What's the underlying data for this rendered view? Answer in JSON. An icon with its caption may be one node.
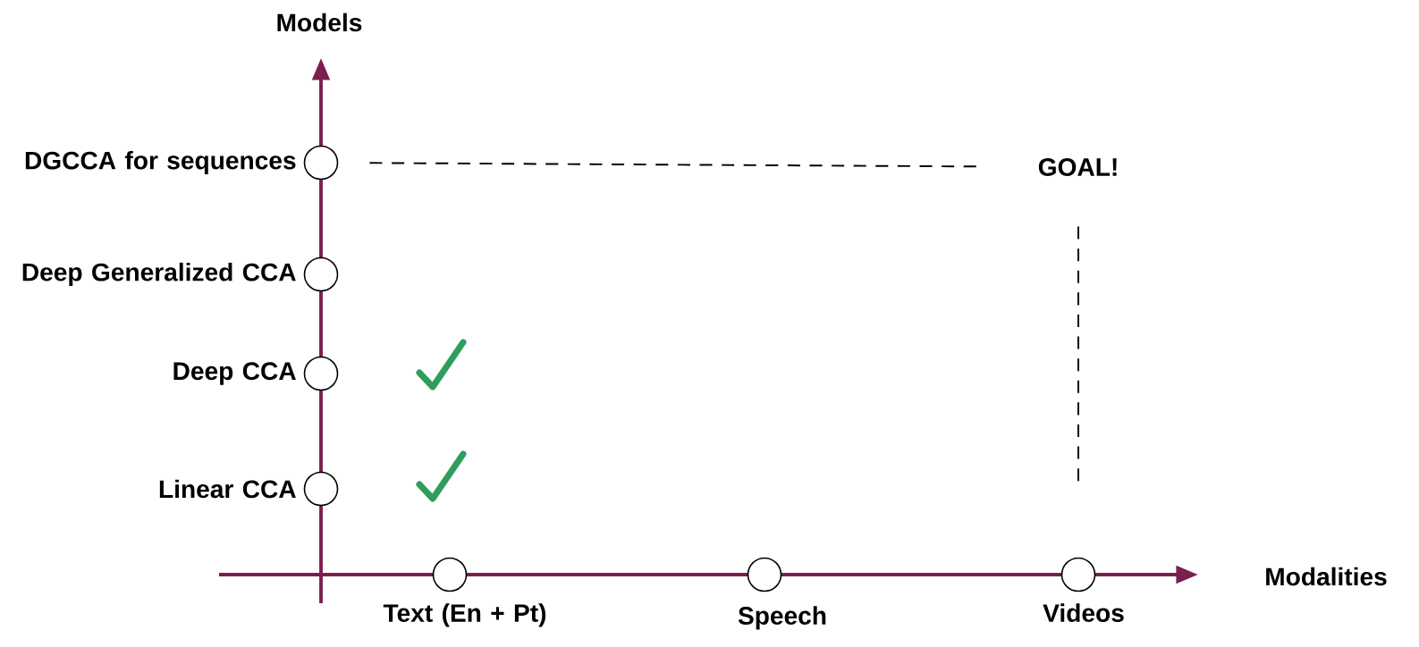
{
  "diagram": {
    "nodes": [
      {
        "text": [],
        "shape": "circle",
        "beside": [
          "DGCCA for sequences"
        ]
      },
      {
        "text": [],
        "shape": "circle",
        "beside": [
          "Deep Generalized CCA"
        ]
      },
      {
        "text": [],
        "shape": "circle",
        "beside": [
          "Deep CCA"
        ]
      },
      {
        "text": [],
        "shape": "circle",
        "beside": [
          "Linear CCA"
        ]
      },
      {
        "text": [],
        "shape": "circle",
        "beside": [
          "Text (En + Pt)"
        ]
      },
      {
        "text": [],
        "shape": "circle",
        "beside": [
          "Speech"
        ]
      },
      {
        "text": [],
        "shape": "circle",
        "beside": [
          "Videos"
        ]
      },
      {
        "text": [
          "GOAL!"
        ]
      }
    ],
    "edges": [
      {
        "from": 0,
        "to": 7,
        "arrow": "none",
        "style": "dashed"
      },
      {
        "from": 7,
        "to": 6,
        "arrow": "none",
        "style": "dashed"
      }
    ],
    "labels": [
      "Models",
      "Modalities"
    ]
  }
}
